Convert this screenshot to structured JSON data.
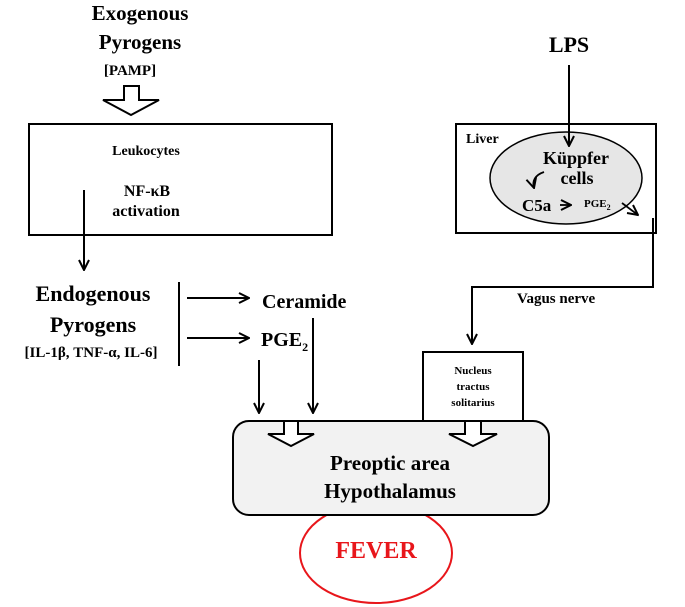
{
  "exogenous": {
    "line1": "Exogenous",
    "line2": "Pyrogens",
    "pamp": "[PAMP]"
  },
  "leukocytes": {
    "label": "Leukocytes",
    "nfkb_line1": "NF-κB",
    "nfkb_line2": "activation"
  },
  "endogenous": {
    "line1": "Endogenous",
    "line2": "Pyrogens",
    "cytokines": "[IL-1β, TNF-α, IL-6]"
  },
  "ceramide": "Ceramide",
  "pge2": {
    "base": "PGE",
    "sub": "2"
  },
  "lps": "LPS",
  "liver": {
    "label": "Liver",
    "kupffer_line1": "Küppfer",
    "kupffer_line2": "cells",
    "c5a": "C5a",
    "pge2_base": "PGE",
    "pge2_sub": "2"
  },
  "vagus": "Vagus nerve",
  "nts": {
    "line1": "Nucleus",
    "line2": "tractus",
    "line3": "solitarius"
  },
  "hypothalamus": {
    "line1": "Preoptic area",
    "line2": "Hypothalamus"
  },
  "fever": "FEVER",
  "colors": {
    "fever": "#e8161b",
    "ellipse_fill": "#e6e6e6",
    "hypo_fill": "#f2f2f2"
  }
}
